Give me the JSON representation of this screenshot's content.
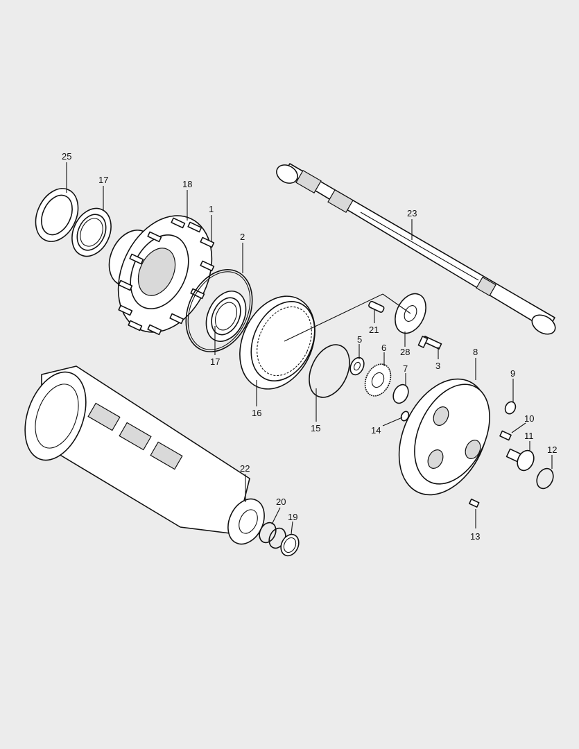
{
  "diagram": {
    "background_color": "#ececec",
    "line_color": "#111111",
    "callouts": [
      {
        "id": "1",
        "text": "1"
      },
      {
        "id": "2",
        "text": "2"
      },
      {
        "id": "3",
        "text": "3"
      },
      {
        "id": "5",
        "text": "5"
      },
      {
        "id": "6",
        "text": "6"
      },
      {
        "id": "7",
        "text": "7"
      },
      {
        "id": "8",
        "text": "8"
      },
      {
        "id": "9",
        "text": "9"
      },
      {
        "id": "10",
        "text": "10"
      },
      {
        "id": "11",
        "text": "11"
      },
      {
        "id": "12",
        "text": "12"
      },
      {
        "id": "13",
        "text": "13"
      },
      {
        "id": "14",
        "text": "14"
      },
      {
        "id": "15",
        "text": "15"
      },
      {
        "id": "16",
        "text": "16"
      },
      {
        "id": "17a",
        "text": "17"
      },
      {
        "id": "17b",
        "text": "17"
      },
      {
        "id": "18",
        "text": "18"
      },
      {
        "id": "19",
        "text": "19"
      },
      {
        "id": "20",
        "text": "20"
      },
      {
        "id": "21",
        "text": "21"
      },
      {
        "id": "22",
        "text": "22"
      },
      {
        "id": "23",
        "text": "23"
      },
      {
        "id": "25",
        "text": "25"
      },
      {
        "id": "28",
        "text": "28"
      }
    ]
  }
}
